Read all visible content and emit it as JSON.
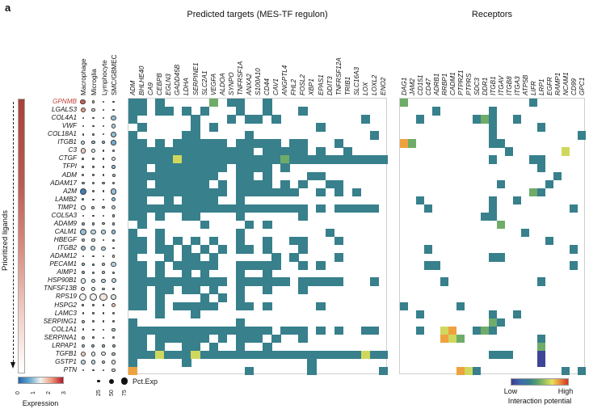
{
  "panel_label": "a",
  "axis": {
    "ligands_label": "Prioritized ligands"
  },
  "legends": {
    "expression": {
      "label": "Expression",
      "ticks": [
        "0",
        "1",
        "2",
        "3"
      ]
    },
    "pct": {
      "label": "Pct.Exp",
      "sizes": [
        25,
        50,
        75
      ]
    },
    "interaction": {
      "label": "Interaction potential",
      "low": "Low",
      "high": "High"
    }
  },
  "colors": {
    "highlight_ligand": "#c0443a",
    "expression_scale": [
      "#2166ac",
      "#67a9cf",
      "#f2f2f0",
      "#ee9677",
      "#b2182b"
    ],
    "expression_positions": [
      0,
      0.25,
      0.5,
      0.75,
      1
    ],
    "interaction_scale": [
      "#3e3c92",
      "#3c6fae",
      "#37808c",
      "#55a06e",
      "#a3c45f",
      "#e5e25c",
      "#eea23f",
      "#d33428"
    ],
    "interaction_positions": [
      0,
      0.18,
      0.32,
      0.45,
      0.6,
      0.72,
      0.82,
      1
    ],
    "prioritization_bar": [
      "#a8423a",
      "#ffffff"
    ]
  },
  "chart_data": [
    {
      "type": "scatter",
      "name": "ligand-expression-dotplot",
      "x_categories": [
        "Macrophage",
        "Microglia",
        "Lymphocyte",
        "SMC/GBMEC"
      ],
      "y_categories": [
        "GPNMB",
        "LGALS3",
        "COL4A1",
        "VWF",
        "COL18A1",
        "ITGB1",
        "C3",
        "CTGF",
        "TFPI",
        "ADM",
        "ADAM17",
        "A2M",
        "LAMB2",
        "TIMP1",
        "COL5A3",
        "ADAM9",
        "CALM1",
        "HBEGF",
        "ITGB2",
        "ADAM12",
        "PECAM1",
        "AIMP1",
        "HSP90B1",
        "TNFSF13B",
        "RPS19",
        "HSPG2",
        "LAMC3",
        "SERPING1",
        "COL1A1",
        "SERPINA1",
        "LRPAP1",
        "TGFB1",
        "GSTP1",
        "PTN"
      ],
      "highlight": "GPNMB",
      "size_meaning": "Pct.Exp (percent of cells expressing)",
      "color_meaning": "Expression (0-3)",
      "cells": [
        [
          [
            60,
            2.6
          ],
          [
            20,
            1.8
          ],
          [
            6,
            0.8
          ],
          [
            12,
            1.2
          ]
        ],
        [
          [
            50,
            2.2
          ],
          [
            30,
            1.6
          ],
          [
            10,
            1.0
          ],
          [
            10,
            1.0
          ]
        ],
        [
          [
            8,
            0.8
          ],
          [
            6,
            0.8
          ],
          [
            6,
            0.8
          ],
          [
            55,
            1.0
          ]
        ],
        [
          [
            8,
            0.8
          ],
          [
            6,
            0.8
          ],
          [
            6,
            0.8
          ],
          [
            45,
            1.2
          ]
        ],
        [
          [
            8,
            0.8
          ],
          [
            8,
            0.8
          ],
          [
            6,
            0.8
          ],
          [
            60,
            1.0
          ]
        ],
        [
          [
            35,
            1.2
          ],
          [
            30,
            1.0
          ],
          [
            30,
            1.0
          ],
          [
            55,
            0.8
          ]
        ],
        [
          [
            55,
            1.8
          ],
          [
            35,
            1.4
          ],
          [
            8,
            0.8
          ],
          [
            15,
            1.0
          ]
        ],
        [
          [
            10,
            1.0
          ],
          [
            8,
            0.8
          ],
          [
            6,
            0.8
          ],
          [
            40,
            1.4
          ]
        ],
        [
          [
            10,
            0.8
          ],
          [
            8,
            0.8
          ],
          [
            8,
            0.8
          ],
          [
            30,
            1.0
          ]
        ],
        [
          [
            15,
            1.0
          ],
          [
            8,
            0.8
          ],
          [
            8,
            0.8
          ],
          [
            25,
            1.2
          ]
        ],
        [
          [
            20,
            1.0
          ],
          [
            20,
            1.0
          ],
          [
            15,
            1.0
          ],
          [
            15,
            1.0
          ]
        ],
        [
          [
            75,
            0.3
          ],
          [
            20,
            0.8
          ],
          [
            10,
            0.8
          ],
          [
            70,
            1.0
          ]
        ],
        [
          [
            10,
            0.8
          ],
          [
            8,
            0.8
          ],
          [
            6,
            0.8
          ],
          [
            35,
            1.0
          ]
        ],
        [
          [
            45,
            1.6
          ],
          [
            25,
            1.2
          ],
          [
            15,
            1.0
          ],
          [
            40,
            1.2
          ]
        ],
        [
          [
            6,
            0.8
          ],
          [
            6,
            0.8
          ],
          [
            6,
            0.8
          ],
          [
            20,
            1.0
          ]
        ],
        [
          [
            25,
            1.0
          ],
          [
            20,
            1.0
          ],
          [
            15,
            1.0
          ],
          [
            20,
            1.0
          ]
        ],
        [
          [
            75,
            1.0
          ],
          [
            55,
            1.2
          ],
          [
            45,
            1.2
          ],
          [
            40,
            1.0
          ]
        ],
        [
          [
            30,
            1.2
          ],
          [
            35,
            1.4
          ],
          [
            10,
            0.8
          ],
          [
            15,
            1.0
          ]
        ],
        [
          [
            55,
            1.0
          ],
          [
            50,
            1.2
          ],
          [
            40,
            1.2
          ],
          [
            6,
            0.8
          ]
        ],
        [
          [
            8,
            0.8
          ],
          [
            6,
            0.8
          ],
          [
            6,
            0.8
          ],
          [
            20,
            1.6
          ]
        ],
        [
          [
            20,
            1.0
          ],
          [
            10,
            0.8
          ],
          [
            30,
            1.2
          ],
          [
            55,
            1.2
          ]
        ],
        [
          [
            25,
            1.0
          ],
          [
            20,
            1.0
          ],
          [
            25,
            1.2
          ],
          [
            15,
            1.0
          ]
        ],
        [
          [
            55,
            1.4
          ],
          [
            45,
            1.2
          ],
          [
            40,
            1.2
          ],
          [
            50,
            1.2
          ]
        ],
        [
          [
            40,
            1.6
          ],
          [
            35,
            1.4
          ],
          [
            20,
            1.2
          ],
          [
            8,
            0.8
          ]
        ],
        [
          [
            90,
            1.5
          ],
          [
            85,
            1.5
          ],
          [
            88,
            1.6
          ],
          [
            60,
            1.4
          ]
        ],
        [
          [
            10,
            0.8
          ],
          [
            8,
            0.8
          ],
          [
            6,
            0.8
          ],
          [
            40,
            1.8
          ]
        ],
        [
          [
            6,
            0.8
          ],
          [
            6,
            0.8
          ],
          [
            6,
            0.8
          ],
          [
            15,
            1.0
          ]
        ],
        [
          [
            25,
            1.2
          ],
          [
            15,
            1.0
          ],
          [
            8,
            0.8
          ],
          [
            20,
            1.0
          ]
        ],
        [
          [
            8,
            0.8
          ],
          [
            6,
            0.8
          ],
          [
            6,
            0.8
          ],
          [
            30,
            1.2
          ]
        ],
        [
          [
            30,
            1.6
          ],
          [
            10,
            1.0
          ],
          [
            8,
            0.8
          ],
          [
            15,
            1.2
          ]
        ],
        [
          [
            30,
            1.2
          ],
          [
            25,
            1.0
          ],
          [
            20,
            1.0
          ],
          [
            25,
            1.0
          ]
        ],
        [
          [
            55,
            1.8
          ],
          [
            45,
            1.4
          ],
          [
            40,
            1.4
          ],
          [
            35,
            1.2
          ]
        ],
        [
          [
            45,
            1.2
          ],
          [
            40,
            1.2
          ],
          [
            35,
            1.2
          ],
          [
            40,
            1.4
          ]
        ],
        [
          [
            8,
            0.8
          ],
          [
            6,
            0.8
          ],
          [
            6,
            0.8
          ],
          [
            35,
            1.6
          ]
        ]
      ]
    },
    {
      "type": "heatmap",
      "name": "predicted-targets",
      "title": "Predicted targets (MES-TF regulon)",
      "rows": "same as chart_data.0.y_categories (prioritized ligands)",
      "columns": [
        "ADM",
        "BHLHE40",
        "CA9",
        "CEBPB",
        "EGLN3",
        "GADD45B",
        "LDHA",
        "SERPINE1",
        "SLC2A1",
        "VEGFA",
        "ALDOA",
        "SYNPO",
        "TNFRSF1A",
        "ANXA2",
        "S100A10",
        "CD44",
        "CAV1",
        "ANGPTL4",
        "FHL2",
        "FOSL2",
        "XBP1",
        "EPAS1",
        "DDIT3",
        "TNFRSF12A",
        "TRIB1",
        "SLC16A3",
        "LOX",
        "LOXL2",
        "ENO2"
      ],
      "value_key": {
        ".": null,
        "p": 0.03,
        "b": 0.15,
        "t": 0.32,
        "g": 0.5,
        "y": 0.68,
        "o": 0.82,
        "r": 0.95
      },
      "values": [
        "tt.t.....g.tt..t.............",
        "tt.tt.t.t...t..t...t.........",
        "t......t...t.tt.t.........t..",
        ".t.....t.t...........t.......",
        "t.....tt.....t.............t.",
        "tt.t.tttttt.ttttt.tt...t.....",
        "tttttttttttttt.ttttt.t..t....",
        "tttttytttttttttttgttttttttttt",
        "tt.tttttttt.tttt.t...........",
        "tttttttttt..tt.t....tt.......",
        "tt.tttttt.t.tttt.t.t..tt.....",
        "ttttttttttt.ttttttt..t.t.t...",
        "tt..t.tttt..t................",
        "tttttttttttttttttttt.t.ttttt.",
        "tt.t..tt....t......t.........",
        ".t......t....t.t.............",
        "t..t........t.........t......",
        "tt.t.t.t.t..t..t..tt...t.....",
        "tt.tt.t.t.t.tt.t...t.........",
        "t...t.tt.t......t.t....t.....",
        "tt.t.ttttt..ttttt..t.t.......",
        "tt.t..t.t...t..t.............",
        "ttttttttttt.tttttt.ttttt...t.",
        "tt.tt.tt.t..t..t...t.........",
        "tt.t....t.t.t................",
        "tt.t.ttttt..tt.t.....t.......",
        "...t...t.....................",
        "t...........t................",
        "tttttttttttttttt.ttt.t.t..tt.",
        "tt.tttttt.t.ttt.t..t.........",
        "tt.t..tt.t..t..t.............",
        "tttytttyttttttttttttttttttytt",
        "t.....t.............t........",
        "o............t......t.......t"
      ]
    },
    {
      "type": "heatmap",
      "name": "receptors",
      "title": "Receptors",
      "rows": "same as chart_data.0.y_categories (prioritized ligands)",
      "columns": [
        "DAG1",
        "JAM2",
        "CD151",
        "CD47",
        "ADRB1",
        "RRBP1",
        "CADM1",
        "PTPRZ1",
        "PTPRS",
        "SDC3",
        "DDR1",
        "ITGB1",
        "ITGAV",
        "ITGB8",
        "ITGA3",
        "ATP5B",
        "LIFR",
        "LRP1",
        "EGFR",
        "RAMP1",
        "NCAM1",
        "CD99",
        "GPC1"
      ],
      "value_key": {
        ".": null,
        "p": 0.03,
        "b": 0.15,
        "t": 0.32,
        "g": 0.5,
        "y": 0.68,
        "o": 0.82,
        "r": 0.95
      },
      "values": [
        "g...............t......",
        "....t......t...........",
        "..t......tgt..t........",
        "...........t.....t.....",
        "...........t..........t",
        "og.........tt..........",
        ".............t......y..",
        "...........t....tt.....",
        ".................t.....",
        "...................t...",
        "............t.....t....",
        "................gt.....",
        "..t........t..t........",
        "...t.......t.........t.",
        "..........tt...........",
        "............g..........",
        "...............t.......",
        "..................t....",
        "...t.................t.",
        "...........tt..........",
        "...tt................t.",
        ".......................",
        ".....t...........t.....",
        ".......................",
        ".......................",
        "t......t...............",
        "..t........t..t........",
        "...........gt..........",
        "..t..yo..tgt...........",
        ".....oyg.........t.....",
        ".................g.....",
        "...........ttt...p.....",
        ".................p.....",
        ".......oyt..........t.t"
      ]
    }
  ]
}
